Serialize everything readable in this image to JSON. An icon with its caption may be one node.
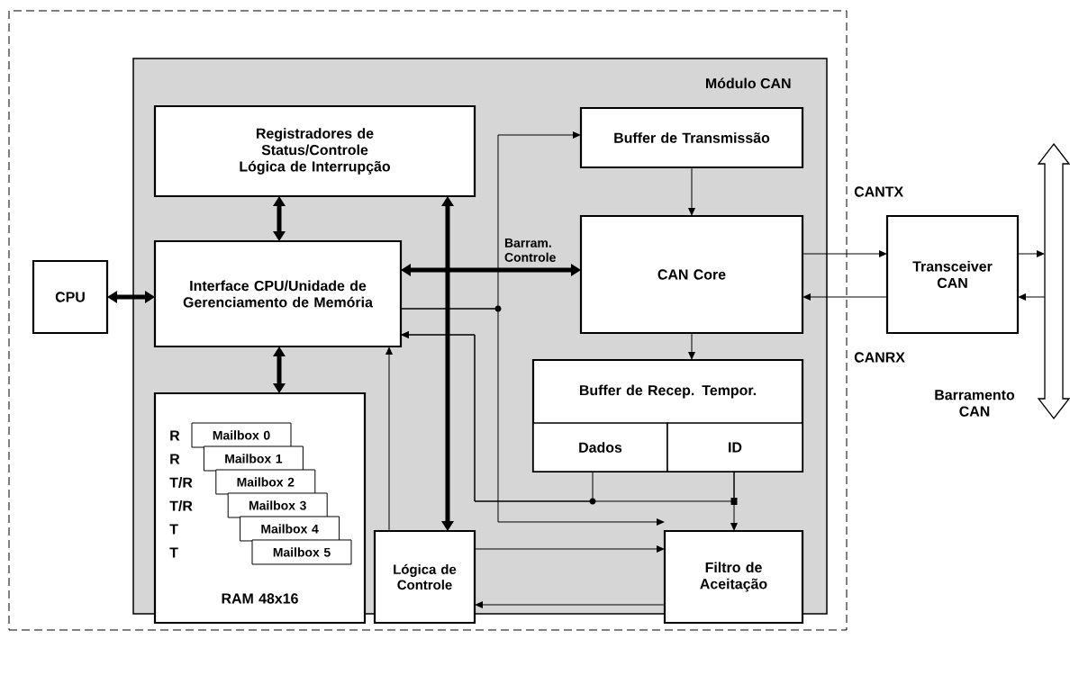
{
  "diagram": {
    "nodes": [
      {
        "text": [],
        "shape": "box"
      },
      {
        "text": [
          "Módulo CAN"
        ],
        "in": 0
      },
      {
        "text": [
          "Registradores de Status/Controle Lógica de Interrupção"
        ],
        "in": 1
      },
      {
        "text": [
          "Buffer de Transmissão"
        ],
        "in": 1
      },
      {
        "text": [
          "CPU"
        ],
        "in": 0
      },
      {
        "text": [
          "Interface CPU/Unidade de Gerenciamento de Memória"
        ],
        "in": 1
      },
      {
        "text": [
          "CAN Core"
        ],
        "in": 1
      },
      {
        "text": [
          "Transceiver CAN"
        ]
      },
      {
        "text": [
          "Buffer de Recep. Tempor."
        ],
        "in": 1
      },
      {
        "text": [
          "Dados"
        ],
        "in": 8
      },
      {
        "text": [
          "ID"
        ],
        "in": 8
      },
      {
        "text": [
          "RAM 48x16"
        ],
        "in": 1
      },
      {
        "text": [
          "Mailbox 0"
        ],
        "in": 11
      },
      {
        "text": [
          "Mailbox 1"
        ],
        "in": 11
      },
      {
        "text": [
          "Mailbox 2"
        ],
        "in": 11
      },
      {
        "text": [
          "Mailbox 3"
        ],
        "in": 11
      },
      {
        "text": [
          "Mailbox 4"
        ],
        "in": 11
      },
      {
        "text": [
          "Mailbox 5"
        ],
        "in": 11
      },
      {
        "text": [
          "Lógica de Controle"
        ],
        "in": 1
      },
      {
        "text": [
          "Filtro de Aceitação"
        ],
        "in": 1
      },
      {
        "text": [],
        "shape": "bar",
        "beside": [
          "Barramento CAN"
        ]
      }
    ],
    "edges": [
      {
        "from": 4,
        "to": 5,
        "arrow": "both",
        "style": "thick"
      },
      {
        "from": 2,
        "to": 5,
        "arrow": "both",
        "style": "thick"
      },
      {
        "from": 5,
        "to": 11,
        "arrow": "both",
        "style": "thick"
      },
      {
        "from": 5,
        "to": 6,
        "arrow": "both",
        "style": "thick",
        "label": "Barram. Controle"
      },
      {
        "from": 2,
        "to": 18,
        "arrow": "both",
        "style": "thick"
      },
      {
        "from": 3,
        "to": 6,
        "arrow": "to"
      },
      {
        "from": 6,
        "to": 8,
        "arrow": "to"
      },
      {
        "from": 6,
        "to": 7,
        "arrow": "to"
      },
      {
        "from": 7,
        "to": 6,
        "arrow": "to"
      },
      {
        "from": 7,
        "to": 20,
        "arrow": "to"
      },
      {
        "from": 20,
        "to": 7,
        "arrow": "to"
      },
      {
        "from": 5,
        "to": 3,
        "arrow": "to"
      },
      {
        "from": 5,
        "to": 19,
        "arrow": "to"
      },
      {
        "from": 9,
        "to": 5,
        "arrow": "to"
      },
      {
        "from": 10,
        "to": 19,
        "arrow": "to"
      },
      {
        "from": 10,
        "to": 5,
        "arrow": "to"
      },
      {
        "from": 18,
        "to": 5,
        "arrow": "to"
      },
      {
        "from": 18,
        "to": 19,
        "arrow": "to"
      },
      {
        "from": 19,
        "to": 18,
        "arrow": "to"
      }
    ],
    "labels": [
      "CANTX",
      "CANRX",
      "R",
      "R",
      "T/R",
      "T/R",
      "T",
      "T"
    ]
  }
}
